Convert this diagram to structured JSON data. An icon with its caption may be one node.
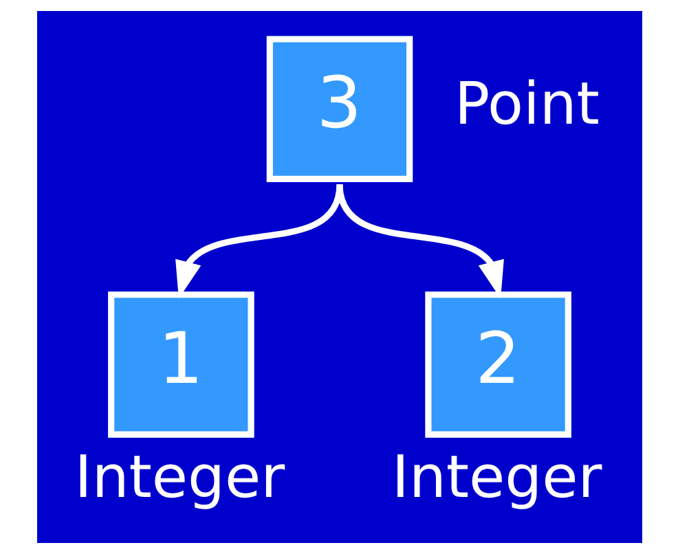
{
  "diagram": {
    "nodes": [
      {
        "text": [
          "3"
        ],
        "beside": [
          "Point"
        ]
      },
      {
        "text": [
          "1"
        ],
        "beside": [
          "Integer"
        ]
      },
      {
        "text": [
          "2"
        ],
        "beside": [
          "Integer"
        ]
      }
    ],
    "edges": [
      {
        "from": 0,
        "to": 1,
        "arrow": "to"
      },
      {
        "from": 0,
        "to": 2,
        "arrow": "to"
      }
    ]
  }
}
